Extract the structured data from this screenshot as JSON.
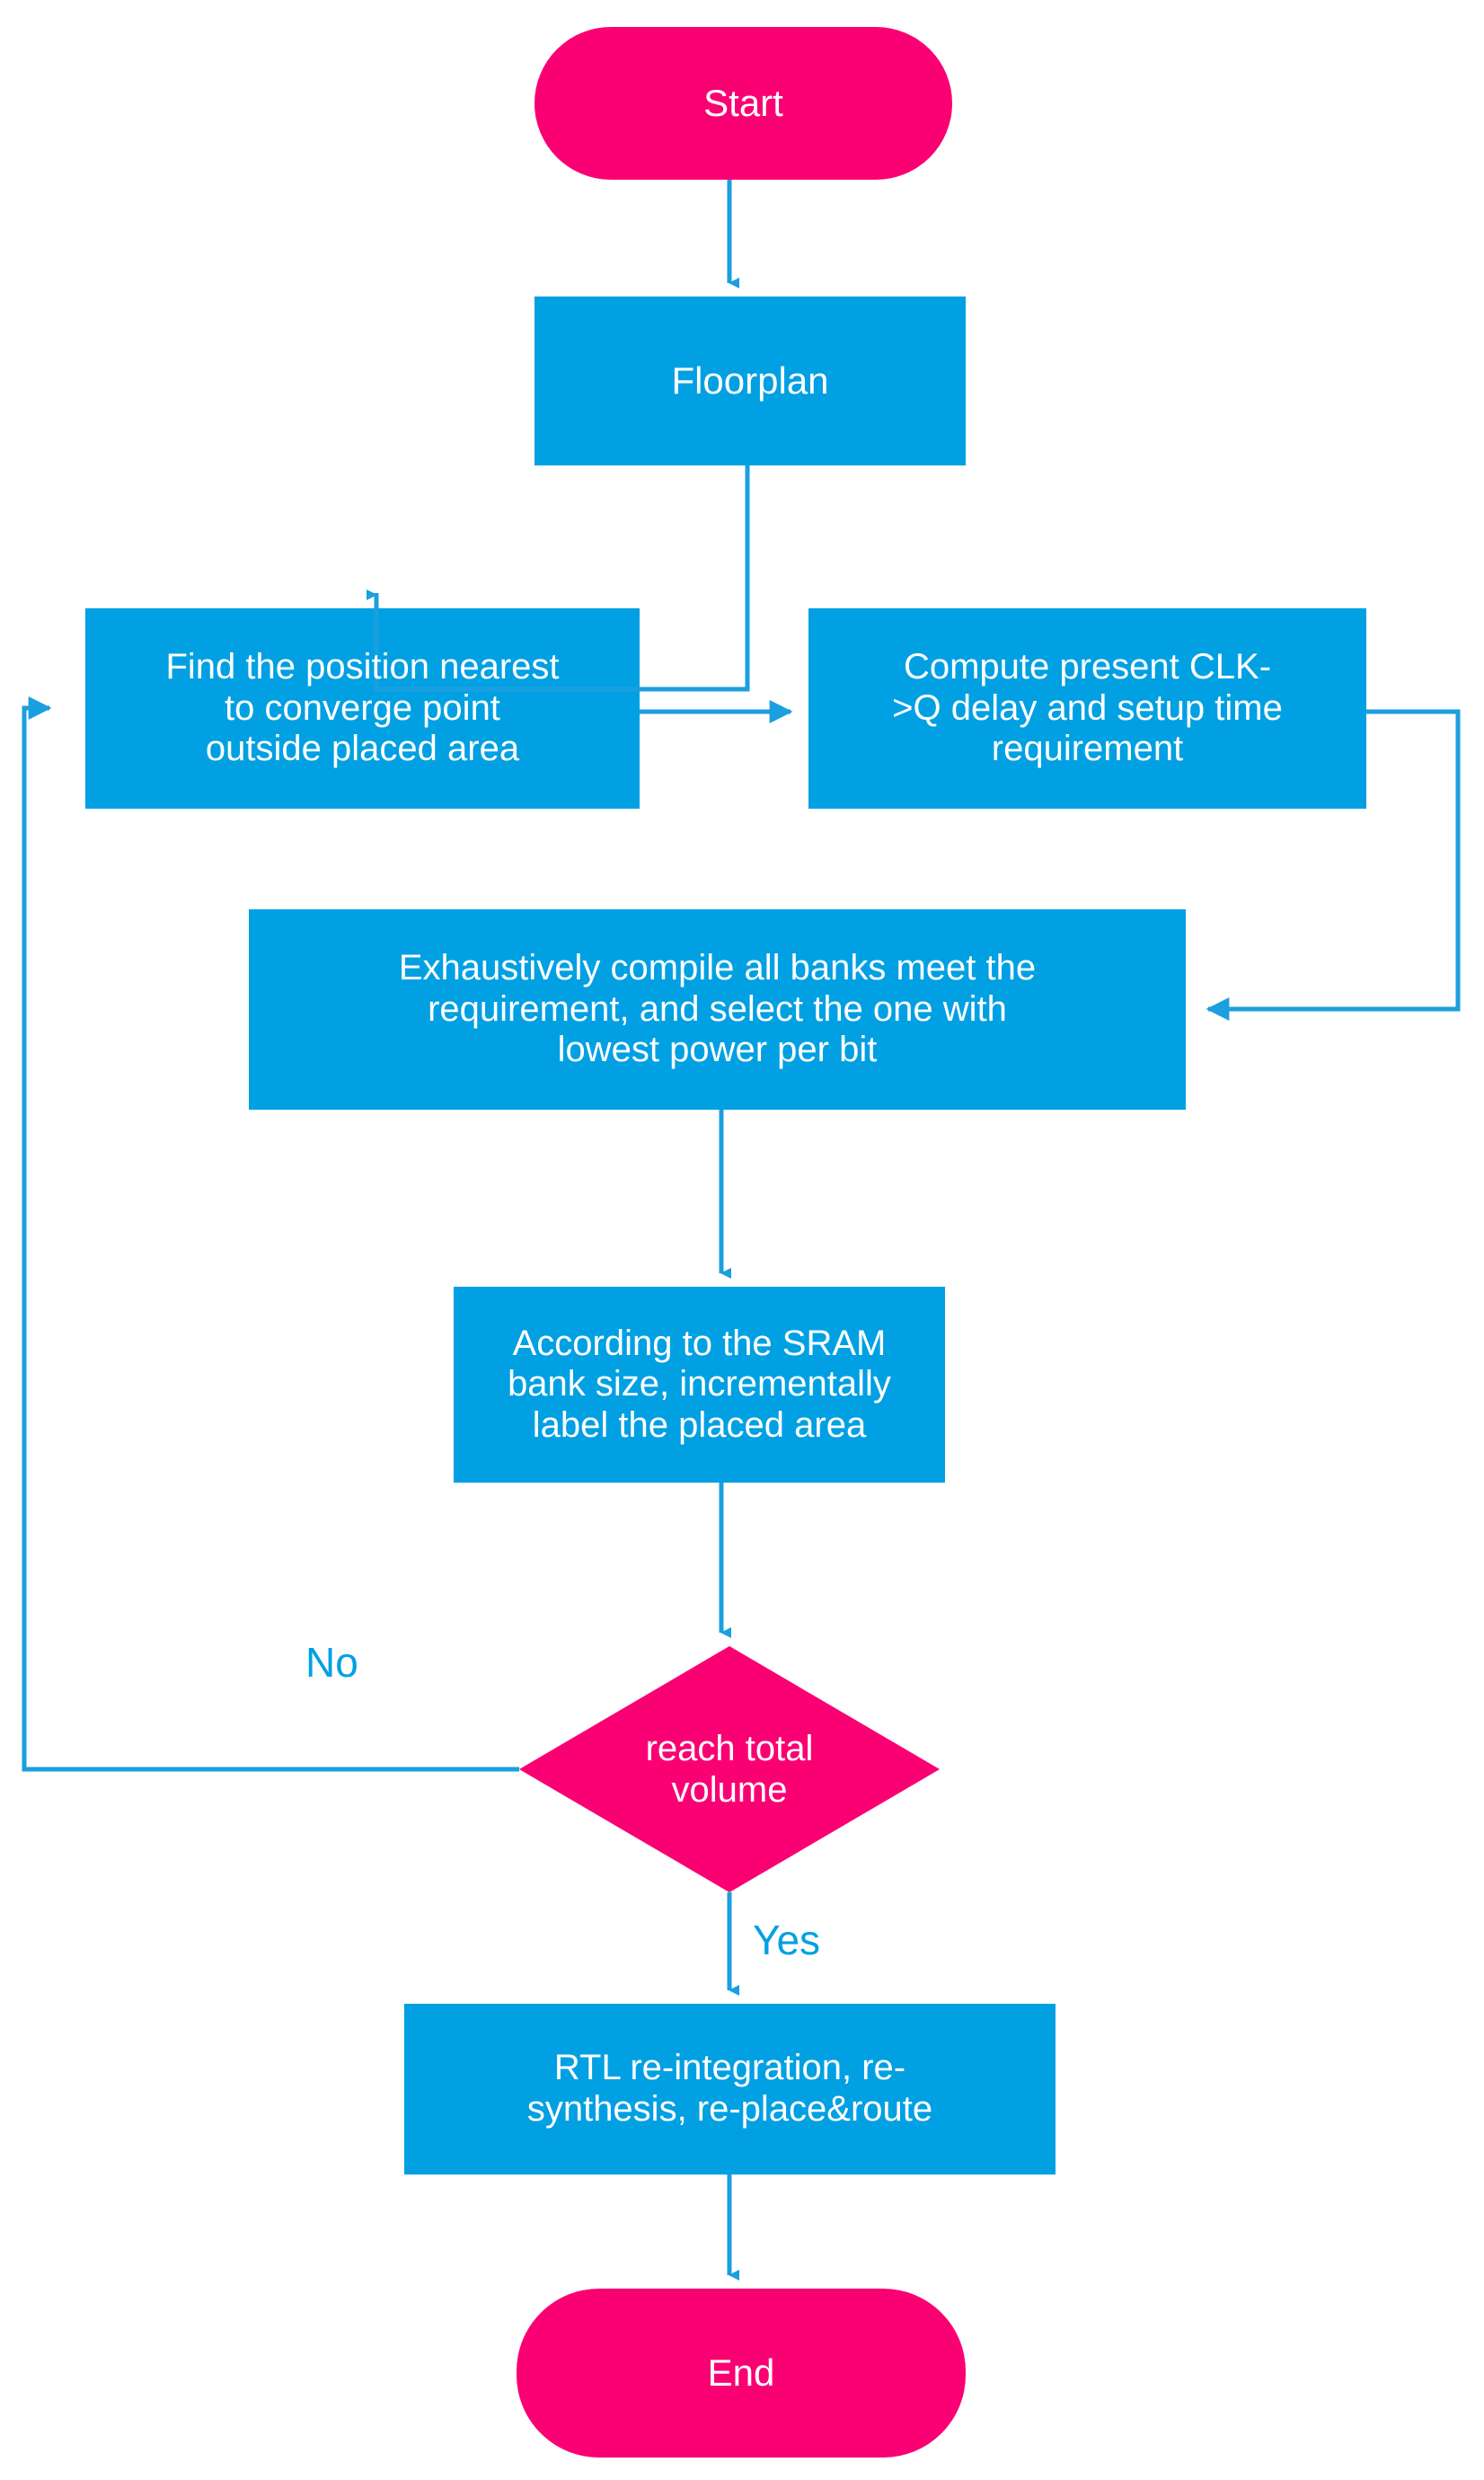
{
  "diagram": {
    "title": "SRAM bank placement flowchart",
    "type": "flowchart",
    "colors": {
      "terminator_fill": "#FA0173",
      "process_fill": "#00A0E3",
      "decision_fill": "#FA0173",
      "connector_stroke": "#1B9FDE",
      "node_text": "#FFFFFF",
      "edge_label_text": "#00A0E3",
      "background": "#FFFFFF"
    },
    "nodes": {
      "start": {
        "label": "Start",
        "shape": "terminator"
      },
      "floorplan": {
        "label": "Floorplan",
        "shape": "process"
      },
      "find_position": {
        "label": "Find the position nearest\nto converge point\noutside placed area",
        "shape": "process"
      },
      "compute_delay": {
        "label": "Compute present CLK-\n>Q delay and setup time\nrequirement",
        "shape": "process"
      },
      "exhaustive_compile": {
        "label": "Exhaustively compile all  banks meet the\nrequirement, and select the one with\nlowest power per bit",
        "shape": "process"
      },
      "label_area": {
        "label": "According to the SRAM\nbank size, incrementally\nlabel the placed area",
        "shape": "process"
      },
      "reach_total_volume": {
        "label": "reach total\nvolume",
        "shape": "decision"
      },
      "rtl_reintegration": {
        "label": "RTL re-integration, re-\nsynthesis, re-place&route",
        "shape": "process"
      },
      "end": {
        "label": "End",
        "shape": "terminator"
      }
    },
    "edge_labels": {
      "no": "No",
      "yes": "Yes"
    }
  }
}
